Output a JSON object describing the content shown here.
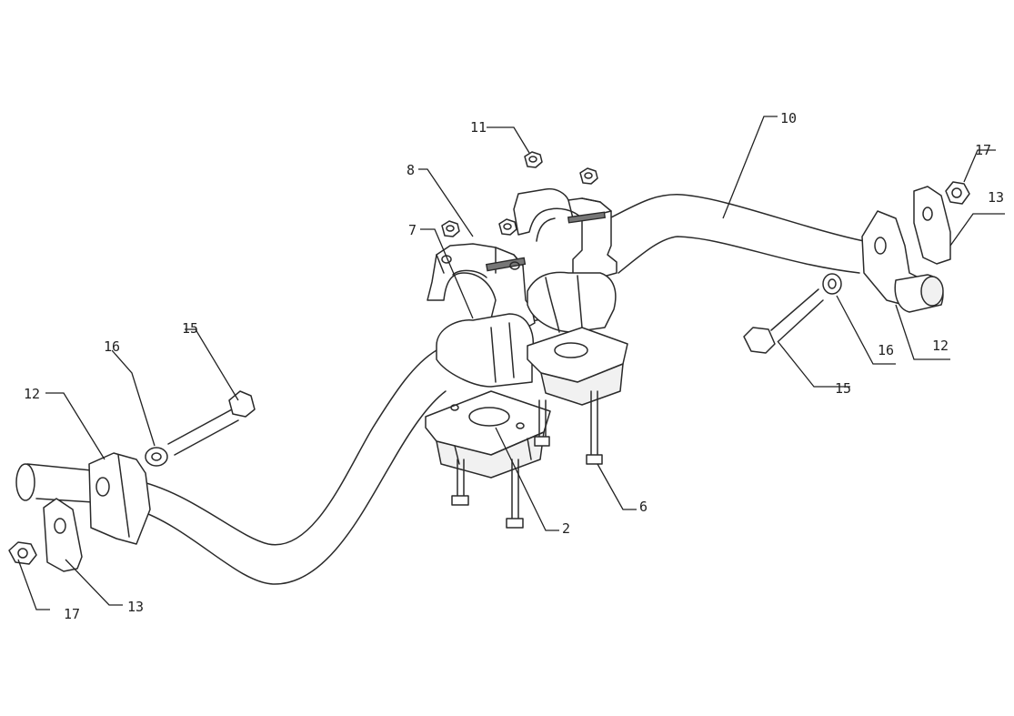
{
  "labels": {
    "l2": "2",
    "l6": "6",
    "l7": "7",
    "l8": "8",
    "l10": "10",
    "l11": "11",
    "l12_left": "12",
    "l12_right": "12",
    "l13_left": "13",
    "l13_right": "13",
    "l15_left": "15",
    "l15_right": "15",
    "l16_left": "16",
    "l16_right": "16",
    "l17_left": "17",
    "l17_right": "17"
  }
}
